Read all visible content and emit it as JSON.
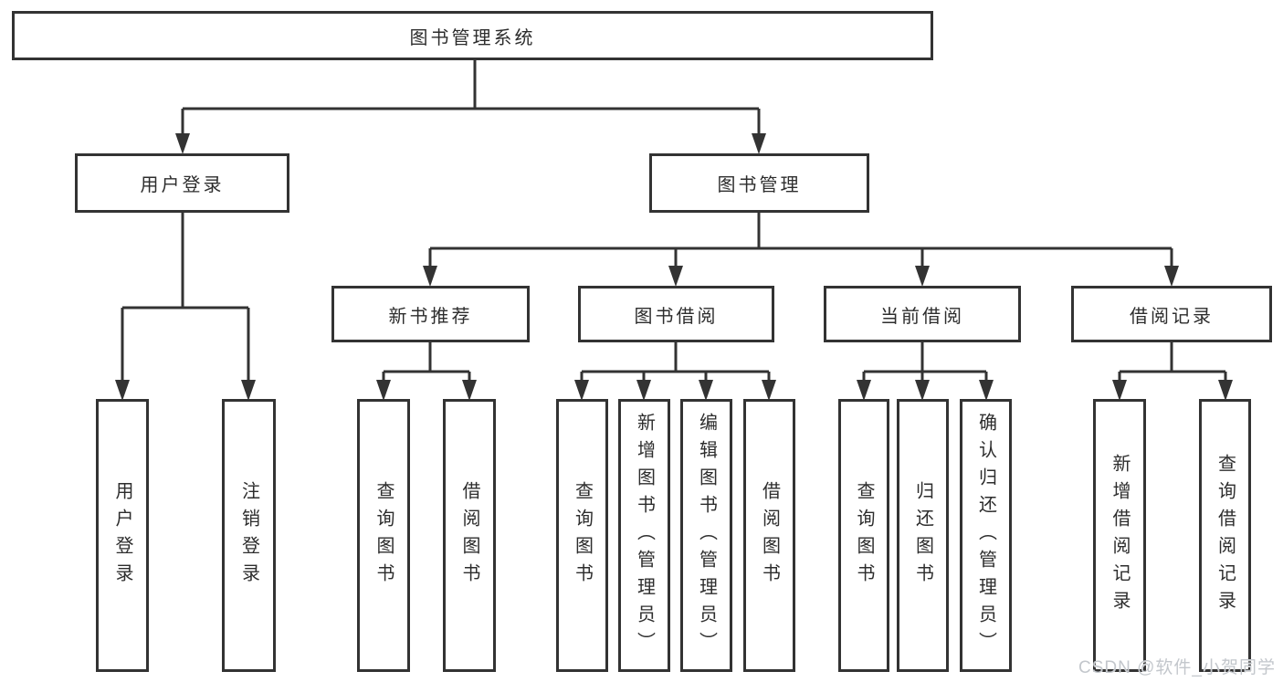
{
  "page": {
    "background": "#ffffff"
  },
  "diagram": {
    "type": "hierarchy",
    "line_color": "#333333",
    "text_color": "#2d2d2d",
    "box_fill": "#ffffff",
    "tree": {
      "label": "图书管理系统",
      "children": [
        {
          "label": "用户登录",
          "children": [
            {
              "label": "用户登录"
            },
            {
              "label": "注销登录"
            }
          ]
        },
        {
          "label": "图书管理",
          "children": [
            {
              "label": "新书推荐",
              "children": [
                {
                  "label": "查询图书"
                },
                {
                  "label": "借阅图书"
                }
              ]
            },
            {
              "label": "图书借阅",
              "children": [
                {
                  "label": "查询图书"
                },
                {
                  "label": "新增图书（管理员）"
                },
                {
                  "label": "编辑图书（管理员）"
                },
                {
                  "label": "借阅图书"
                }
              ]
            },
            {
              "label": "当前借阅",
              "children": [
                {
                  "label": "查询图书"
                },
                {
                  "label": "归还图书"
                },
                {
                  "label": "确认归还（管理员）"
                }
              ]
            },
            {
              "label": "借阅记录",
              "children": [
                {
                  "label": "新增借阅记录"
                },
                {
                  "label": "查询借阅记录"
                }
              ]
            }
          ]
        }
      ]
    }
  },
  "watermark": {
    "text": "CSDN @软件_小贺同学",
    "color": "#c3c7cc"
  }
}
